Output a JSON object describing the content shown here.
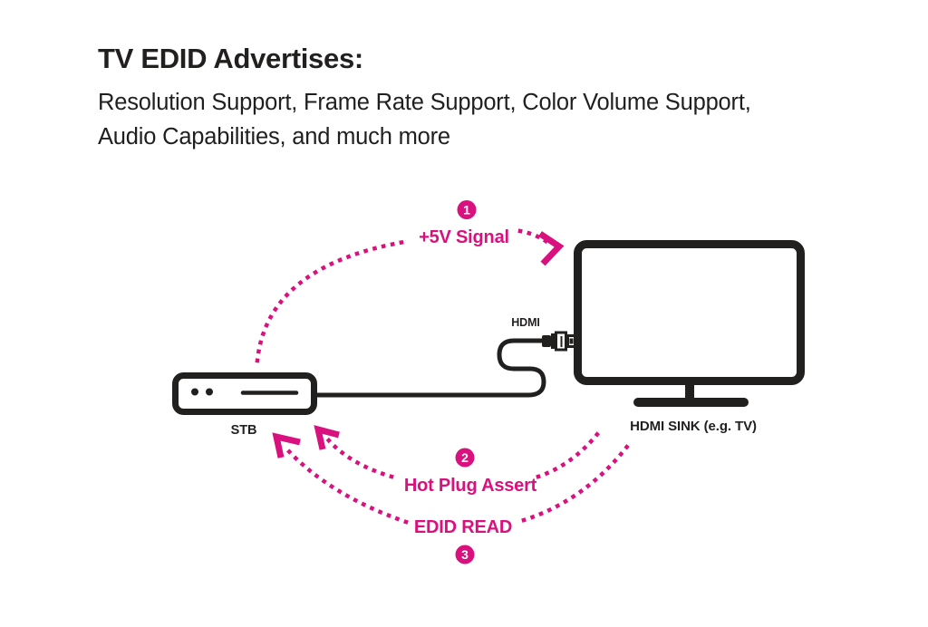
{
  "colors": {
    "accent": "#d9117e",
    "ink": "#221f1f",
    "bg": "#ffffff"
  },
  "header": {
    "title": "TV EDID Advertises:",
    "subtitle_line1": "Resolution Support, Frame Rate Support, Color Volume Support,",
    "subtitle_line2": "Audio Capabilities, and much more"
  },
  "diagram": {
    "devices": {
      "stb": {
        "label": "STB"
      },
      "tv": {
        "label": "HDMI SINK (e.g. TV)"
      },
      "connector": {
        "label": "HDMI"
      }
    },
    "steps": [
      {
        "number": "1",
        "label": "+5V Signal",
        "from": "STB",
        "to": "HDMI SINK"
      },
      {
        "number": "2",
        "label": "Hot Plug Assert",
        "from": "HDMI SINK",
        "to": "STB"
      },
      {
        "number": "3",
        "label": "EDID READ",
        "from": "HDMI SINK",
        "to": "STB"
      }
    ]
  }
}
